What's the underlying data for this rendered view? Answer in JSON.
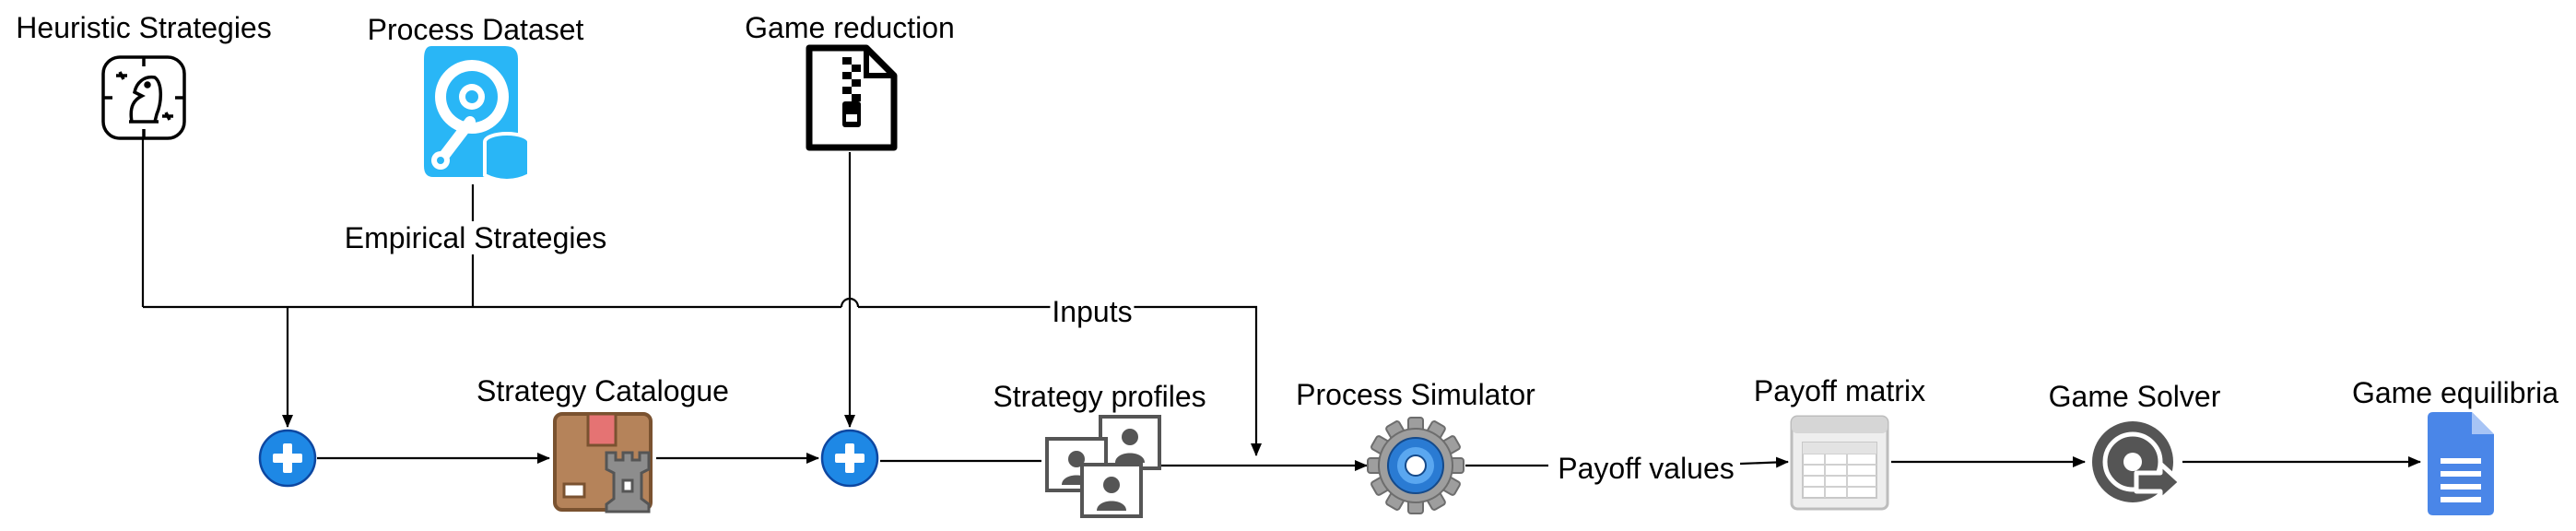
{
  "labels": {
    "heuristic": "Heuristic Strategies",
    "dataset": "Process Dataset",
    "reduction": "Game reduction",
    "empirical": "Empirical Strategies",
    "inputs": "Inputs",
    "catalogue": "Strategy Catalogue",
    "profiles": "Strategy profiles",
    "simulator": "Process Simulator",
    "payoff_values": "Payoff values",
    "payoff_matrix": "Payoff matrix",
    "solver": "Game Solver",
    "equilibria": "Game equilibria"
  },
  "icons": {
    "heuristic": "chess-knight-icon",
    "dataset": "hard-drive-database-icon",
    "reduction": "zip-file-icon",
    "combine": "plus-circle-icon",
    "catalogue": "box-chess-rook-icon",
    "profiles": "user-profiles-icon",
    "simulator": "gear-icon",
    "matrix": "spreadsheet-window-icon",
    "solver": "disc-export-icon",
    "equilibria": "document-icon"
  },
  "colors": {
    "line": "#000000",
    "plus_fill": "#1e88e5",
    "dataset_blue": "#29b6f6",
    "box_brown": "#b5835a",
    "box_tape": "#e57373",
    "gear_blue": "#2a7bd3",
    "doc_blue": "#4a86e8",
    "solver_dark": "#555555"
  }
}
